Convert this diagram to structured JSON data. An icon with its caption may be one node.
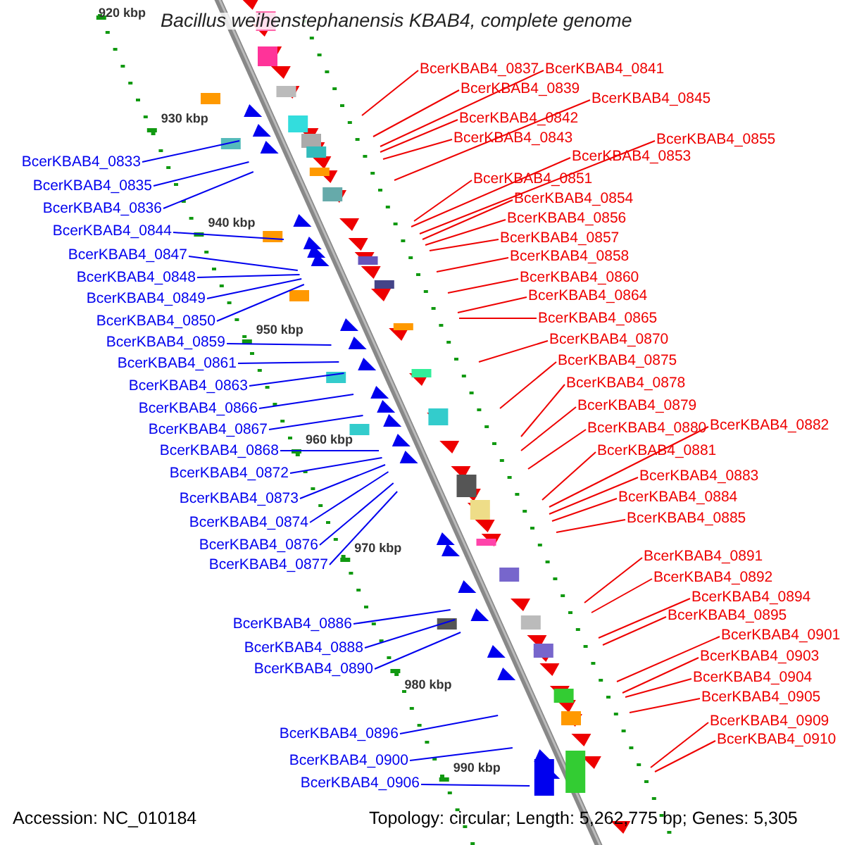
{
  "diagram": {
    "title": "Bacillus weihenstephanensis KBAB4, complete genome",
    "nodes": [
      {
        "text": [
          "BcerKBAB4_0833"
        ]
      },
      {
        "text": [
          "BcerKBAB4_0835"
        ]
      },
      {
        "text": [
          "BcerKBAB4_0836"
        ]
      },
      {
        "text": [
          "BcerKBAB4_0844"
        ]
      },
      {
        "text": [
          "BcerKBAB4_0847"
        ]
      },
      {
        "text": [
          "BcerKBAB4_0848"
        ]
      },
      {
        "text": [
          "BcerKBAB4_0849"
        ]
      },
      {
        "text": [
          "BcerKBAB4_0850"
        ]
      },
      {
        "text": [
          "BcerKBAB4_0859"
        ]
      },
      {
        "text": [
          "BcerKBAB4_0861"
        ]
      },
      {
        "text": [
          "BcerKBAB4_0863"
        ]
      },
      {
        "text": [
          "BcerKBAB4_0866"
        ]
      },
      {
        "text": [
          "BcerKBAB4_0867"
        ]
      },
      {
        "text": [
          "BcerKBAB4_0868"
        ]
      },
      {
        "text": [
          "BcerKBAB4_0872"
        ]
      },
      {
        "text": [
          "BcerKBAB4_0873"
        ]
      },
      {
        "text": [
          "BcerKBAB4_0874"
        ]
      },
      {
        "text": [
          "BcerKBAB4_0876"
        ]
      },
      {
        "text": [
          "BcerKBAB4_0877"
        ]
      },
      {
        "text": [
          "BcerKBAB4_0886"
        ]
      },
      {
        "text": [
          "BcerKBAB4_0888"
        ]
      },
      {
        "text": [
          "BcerKBAB4_0890"
        ]
      },
      {
        "text": [
          "BcerKBAB4_0896"
        ]
      },
      {
        "text": [
          "BcerKBAB4_0900"
        ]
      },
      {
        "text": [
          "BcerKBAB4_0906"
        ]
      },
      {
        "text": [
          "BcerKBAB4_0837"
        ]
      },
      {
        "text": [
          "BcerKBAB4_0839"
        ]
      },
      {
        "text": [
          "BcerKBAB4_0841"
        ]
      },
      {
        "text": [
          "BcerKBAB4_0842"
        ]
      },
      {
        "text": [
          "BcerKBAB4_0845"
        ]
      },
      {
        "text": [
          "BcerKBAB4_0843"
        ]
      },
      {
        "text": [
          "BcerKBAB4_0855"
        ]
      },
      {
        "text": [
          "BcerKBAB4_0853"
        ]
      },
      {
        "text": [
          "BcerKBAB4_0851"
        ]
      },
      {
        "text": [
          "BcerKBAB4_0854"
        ]
      },
      {
        "text": [
          "BcerKBAB4_0856"
        ]
      },
      {
        "text": [
          "BcerKBAB4_0857"
        ]
      },
      {
        "text": [
          "BcerKBAB4_0858"
        ]
      },
      {
        "text": [
          "BcerKBAB4_0860"
        ]
      },
      {
        "text": [
          "BcerKBAB4_0864"
        ]
      },
      {
        "text": [
          "BcerKBAB4_0865"
        ]
      },
      {
        "text": [
          "BcerKBAB4_0870"
        ]
      },
      {
        "text": [
          "BcerKBAB4_0875"
        ]
      },
      {
        "text": [
          "BcerKBAB4_0878"
        ]
      },
      {
        "text": [
          "BcerKBAB4_0879"
        ]
      },
      {
        "text": [
          "BcerKBAB4_0880"
        ]
      },
      {
        "text": [
          "BcerKBAB4_0882"
        ]
      },
      {
        "text": [
          "BcerKBAB4_0881"
        ]
      },
      {
        "text": [
          "BcerKBAB4_0883"
        ]
      },
      {
        "text": [
          "BcerKBAB4_0884"
        ]
      },
      {
        "text": [
          "BcerKBAB4_0885"
        ]
      },
      {
        "text": [
          "BcerKBAB4_0891"
        ]
      },
      {
        "text": [
          "BcerKBAB4_0892"
        ]
      },
      {
        "text": [
          "BcerKBAB4_0894"
        ]
      },
      {
        "text": [
          "BcerKBAB4_0895"
        ]
      },
      {
        "text": [
          "BcerKBAB4_0901"
        ]
      },
      {
        "text": [
          "BcerKBAB4_0903"
        ]
      },
      {
        "text": [
          "BcerKBAB4_0904"
        ]
      },
      {
        "text": [
          "BcerKBAB4_0905"
        ]
      },
      {
        "text": [
          "BcerKBAB4_0909"
        ]
      },
      {
        "text": [
          "BcerKBAB4_0910"
        ]
      }
    ],
    "edges": [
      {
        "from": 0,
        "to": null,
        "arrow": "none",
        "color": "#0000ee"
      },
      {
        "from": 1,
        "to": null,
        "arrow": "none",
        "color": "#0000ee"
      },
      {
        "from": 2,
        "to": null,
        "arrow": "none",
        "color": "#0000ee"
      },
      {
        "from": 3,
        "to": null,
        "arrow": "none",
        "color": "#0000ee"
      },
      {
        "from": 4,
        "to": null,
        "arrow": "none",
        "color": "#0000ee"
      },
      {
        "from": 5,
        "to": null,
        "arrow": "none",
        "color": "#0000ee"
      },
      {
        "from": 6,
        "to": null,
        "arrow": "none",
        "color": "#0000ee"
      },
      {
        "from": 7,
        "to": null,
        "arrow": "none",
        "color": "#0000ee"
      },
      {
        "from": 8,
        "to": null,
        "arrow": "none",
        "color": "#0000ee"
      },
      {
        "from": 9,
        "to": null,
        "arrow": "none",
        "color": "#0000ee"
      },
      {
        "from": 10,
        "to": null,
        "arrow": "none",
        "color": "#0000ee"
      },
      {
        "from": 11,
        "to": null,
        "arrow": "none",
        "color": "#0000ee"
      },
      {
        "from": 12,
        "to": null,
        "arrow": "none",
        "color": "#0000ee"
      },
      {
        "from": 13,
        "to": null,
        "arrow": "none",
        "color": "#0000ee"
      },
      {
        "from": 14,
        "to": null,
        "arrow": "none",
        "color": "#0000ee"
      },
      {
        "from": 15,
        "to": null,
        "arrow": "none",
        "color": "#0000ee"
      },
      {
        "from": 16,
        "to": null,
        "arrow": "none",
        "color": "#0000ee"
      },
      {
        "from": 17,
        "to": null,
        "arrow": "none",
        "color": "#0000ee"
      },
      {
        "from": 18,
        "to": null,
        "arrow": "none",
        "color": "#0000ee"
      },
      {
        "from": 19,
        "to": null,
        "arrow": "none",
        "color": "#0000ee"
      },
      {
        "from": 20,
        "to": null,
        "arrow": "none",
        "color": "#0000ee"
      },
      {
        "from": 21,
        "to": null,
        "arrow": "none",
        "color": "#0000ee"
      },
      {
        "from": 22,
        "to": null,
        "arrow": "none",
        "color": "#0000ee"
      },
      {
        "from": 23,
        "to": null,
        "arrow": "none",
        "color": "#0000ee"
      },
      {
        "from": 24,
        "to": null,
        "arrow": "none",
        "color": "#0000ee"
      },
      {
        "from": 25,
        "to": null,
        "arrow": "none"
      },
      {
        "from": 26,
        "to": null,
        "arrow": "none"
      },
      {
        "from": 27,
        "to": null,
        "arrow": "none"
      },
      {
        "from": 28,
        "to": null,
        "arrow": "none"
      },
      {
        "from": 29,
        "to": null,
        "arrow": "none"
      },
      {
        "from": 30,
        "to": null,
        "arrow": "none"
      },
      {
        "from": 31,
        "to": null,
        "arrow": "none"
      },
      {
        "from": 32,
        "to": null,
        "arrow": "none"
      },
      {
        "from": 33,
        "to": null,
        "arrow": "none"
      },
      {
        "from": 34,
        "to": null,
        "arrow": "none"
      },
      {
        "from": 35,
        "to": null,
        "arrow": "none"
      },
      {
        "from": 36,
        "to": null,
        "arrow": "none"
      },
      {
        "from": 37,
        "to": null,
        "arrow": "none"
      },
      {
        "from": 38,
        "to": null,
        "arrow": "none"
      },
      {
        "from": 39,
        "to": null,
        "arrow": "none"
      },
      {
        "from": 40,
        "to": null,
        "arrow": "none"
      },
      {
        "from": 41,
        "to": null,
        "arrow": "none"
      },
      {
        "from": 42,
        "to": null,
        "arrow": "none"
      },
      {
        "from": 43,
        "to": null,
        "arrow": "none"
      },
      {
        "from": 44,
        "to": null,
        "arrow": "none"
      },
      {
        "from": 45,
        "to": null,
        "arrow": "none"
      },
      {
        "from": 46,
        "to": null,
        "arrow": "none"
      },
      {
        "from": 47,
        "to": null,
        "arrow": "none"
      },
      {
        "from": 48,
        "to": null,
        "arrow": "none"
      },
      {
        "from": 49,
        "to": null,
        "arrow": "none"
      },
      {
        "from": 50,
        "to": null,
        "arrow": "none"
      },
      {
        "from": 51,
        "to": null,
        "arrow": "none"
      },
      {
        "from": 52,
        "to": null,
        "arrow": "none"
      },
      {
        "from": 53,
        "to": null,
        "arrow": "none"
      },
      {
        "from": 54,
        "to": null,
        "arrow": "none"
      },
      {
        "from": 55,
        "to": null,
        "arrow": "none"
      },
      {
        "from": 56,
        "to": null,
        "arrow": "none"
      },
      {
        "from": 57,
        "to": null,
        "arrow": "none"
      },
      {
        "from": 58,
        "to": null,
        "arrow": "none"
      },
      {
        "from": 59,
        "to": null,
        "arrow": "none"
      },
      {
        "from": 60,
        "to": null,
        "arrow": "none"
      }
    ],
    "labels": [
      "920 kbp",
      "930 kbp",
      "940 kbp",
      "950 kbp",
      "960 kbp",
      "970 kbp",
      "980 kbp",
      "990 kbp",
      "Accession: NC_010184",
      "Topology: circular; Length: 5,262,775 bp; Genes: 5,305"
    ]
  }
}
